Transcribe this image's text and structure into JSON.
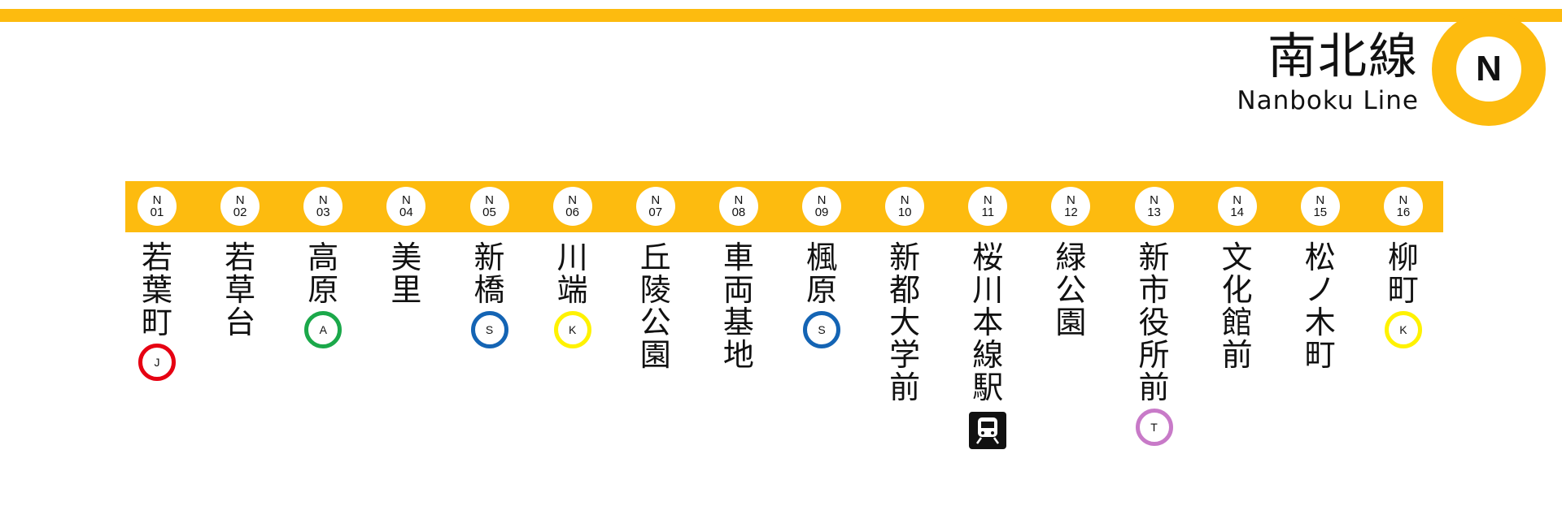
{
  "line": {
    "name_jp": "南北線",
    "name_en": "Nanboku Line",
    "symbol": "N",
    "color": "#FDBB0F"
  },
  "stations": [
    {
      "letter": "N",
      "num": "01",
      "name": "若葉町",
      "transfer": {
        "code": "J",
        "color": "#E60012"
      }
    },
    {
      "letter": "N",
      "num": "02",
      "name": "若草台"
    },
    {
      "letter": "N",
      "num": "03",
      "name": "高原",
      "transfer": {
        "code": "A",
        "color": "#1BA84A"
      }
    },
    {
      "letter": "N",
      "num": "04",
      "name": "美里"
    },
    {
      "letter": "N",
      "num": "05",
      "name": "新橋",
      "transfer": {
        "code": "S",
        "color": "#1464B4"
      }
    },
    {
      "letter": "N",
      "num": "06",
      "name": "川端",
      "transfer": {
        "code": "K",
        "color": "#FFF200"
      }
    },
    {
      "letter": "N",
      "num": "07",
      "name": "丘陵公園"
    },
    {
      "letter": "N",
      "num": "08",
      "name": "車両基地"
    },
    {
      "letter": "N",
      "num": "09",
      "name": "楓原",
      "transfer": {
        "code": "S",
        "color": "#1464B4"
      }
    },
    {
      "letter": "N",
      "num": "10",
      "name": "新都大学前"
    },
    {
      "letter": "N",
      "num": "11",
      "name": "桜川本線駅",
      "rail_icon": "train-icon"
    },
    {
      "letter": "N",
      "num": "12",
      "name": "緑公園"
    },
    {
      "letter": "N",
      "num": "13",
      "name": "新市役所前",
      "transfer": {
        "code": "T",
        "color": "#C87AC8"
      }
    },
    {
      "letter": "N",
      "num": "14",
      "name": "文化館前"
    },
    {
      "letter": "N",
      "num": "15",
      "name": "松ノ木町"
    },
    {
      "letter": "N",
      "num": "16",
      "name": "柳町",
      "transfer": {
        "code": "K",
        "color": "#FFF200"
      }
    }
  ]
}
